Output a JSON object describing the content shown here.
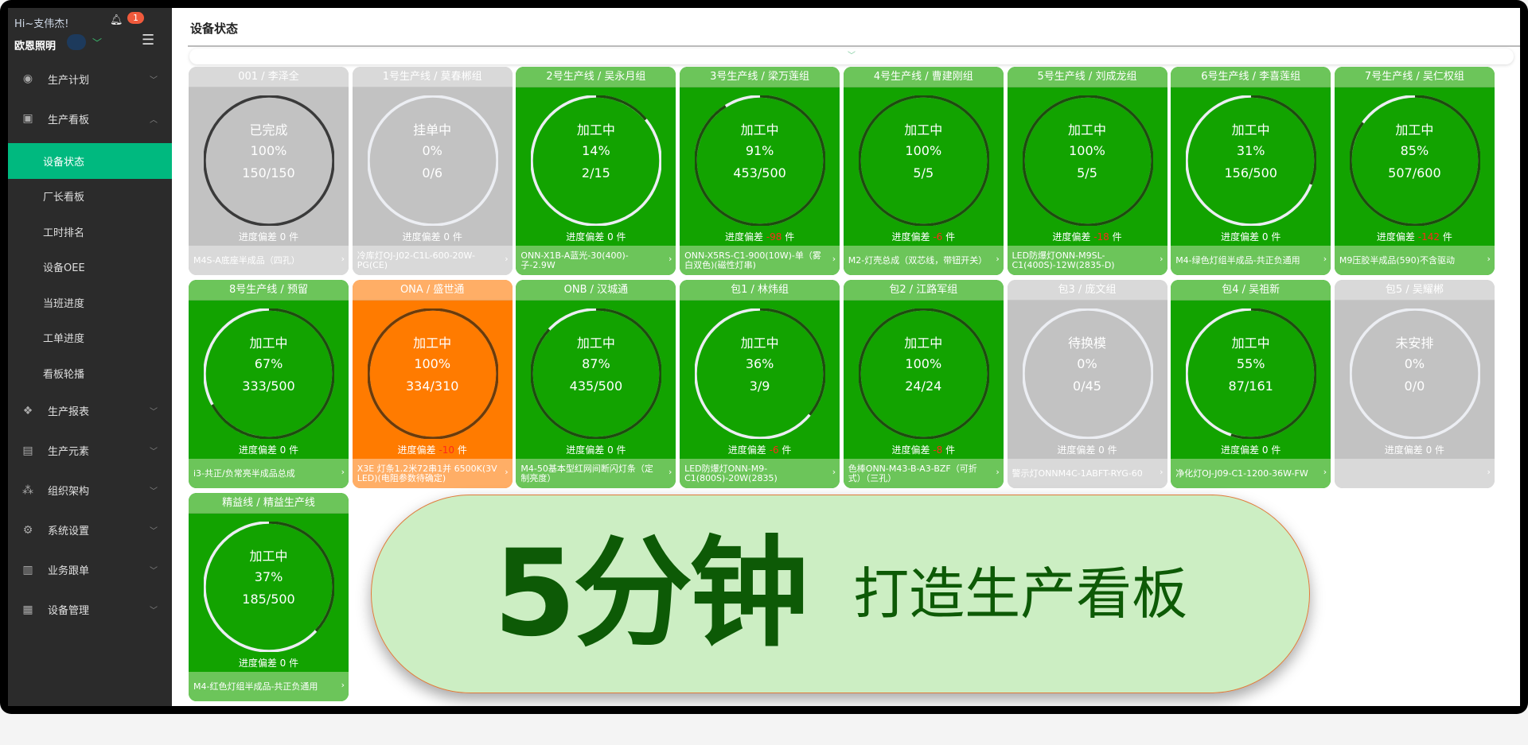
{
  "sidebar": {
    "greeting": "Hi~支伟杰!",
    "notification_count": "1",
    "company": "欧恩照明",
    "menu_top": [
      {
        "label": "生产计划",
        "icon": "eye-icon",
        "expanded": false
      },
      {
        "label": "生产看板",
        "icon": "monitor-icon",
        "expanded": true
      }
    ],
    "sub_items": [
      {
        "label": "设备状态",
        "active": true
      },
      {
        "label": "厂长看板"
      },
      {
        "label": "工时排名"
      },
      {
        "label": "设备OEE"
      },
      {
        "label": "当班进度"
      },
      {
        "label": "工单进度"
      },
      {
        "label": "看板轮播"
      }
    ],
    "menu_bottom": [
      {
        "label": "生产报表",
        "icon": "grid-diamond-icon"
      },
      {
        "label": "生产元素",
        "icon": "machine-icon"
      },
      {
        "label": "组织架构",
        "icon": "org-chart-icon"
      },
      {
        "label": "系统设置",
        "icon": "gear-icon"
      },
      {
        "label": "业务跟单",
        "icon": "document-icon"
      },
      {
        "label": "设备管理",
        "icon": "device-icon"
      }
    ]
  },
  "page": {
    "title": "设备状态",
    "deviation_prefix": "进度偏差",
    "deviation_unit": "件"
  },
  "colors": {
    "active": "#00b97f",
    "running": "#12a300",
    "idle": "#c2c2c2",
    "over": "#ff7b00",
    "negative": "#ff2a1a"
  },
  "cards": [
    {
      "title": "001 / 李泽全",
      "status": "已完成",
      "percent": "100%",
      "count": "150/150",
      "deviation": "0",
      "product": "M4S-A底座半成品（四孔）",
      "color": "gray"
    },
    {
      "title": "1号生产线 / 莫春郴组",
      "status": "挂单中",
      "percent": "0%",
      "count": "0/6",
      "deviation": "0",
      "product": "冷库灯OJ-J02-C1L-600-20W-PG(CE)",
      "color": "gray"
    },
    {
      "title": "2号生产线 / 吴永月组",
      "status": "加工中",
      "percent": "14%",
      "count": "2/15",
      "deviation": "0",
      "product": "ONN-X1B-A蓝光-30(400)-子-2.9W",
      "color": "green"
    },
    {
      "title": "3号生产线 / 梁万莲组",
      "status": "加工中",
      "percent": "91%",
      "count": "453/500",
      "deviation": "-98",
      "product": "ONN-X5RS-C1-900(10W)-单（雾白双色)(磁性灯串)",
      "color": "green"
    },
    {
      "title": "4号生产线 / 曹建刚组",
      "status": "加工中",
      "percent": "100%",
      "count": "5/5",
      "deviation": "-6",
      "product": "M2-灯壳总成（双芯线，带钮开关）",
      "color": "green"
    },
    {
      "title": "5号生产线 / 刘成龙组",
      "status": "加工中",
      "percent": "100%",
      "count": "5/5",
      "deviation": "-18",
      "product": "LED防爆灯ONN-M9SL-C1(400S)-12W(2835-D)",
      "color": "green"
    },
    {
      "title": "6号生产线 / 李喜莲组",
      "status": "加工中",
      "percent": "31%",
      "count": "156/500",
      "deviation": "0",
      "product": "M4-绿色灯组半成品-共正负通用",
      "color": "green"
    },
    {
      "title": "7号生产线 / 吴仁权组",
      "status": "加工中",
      "percent": "85%",
      "count": "507/600",
      "deviation": "-142",
      "product": "M9压胶半成品(590)不含驱动",
      "color": "green"
    },
    {
      "title": "8号生产线 / 预留",
      "status": "加工中",
      "percent": "67%",
      "count": "333/500",
      "deviation": "0",
      "product": "i3-共正/负常亮半成品总成",
      "color": "green"
    },
    {
      "title": "ONA / 盛世通",
      "status": "加工中",
      "percent": "100%",
      "count": "334/310",
      "deviation": "-10",
      "product": "X3E 灯条1.2米72串1并 6500K(3V LED)(电阻参数待确定)",
      "color": "orange"
    },
    {
      "title": "ONB / 汉城通",
      "status": "加工中",
      "percent": "87%",
      "count": "435/500",
      "deviation": "0",
      "product": "M4-50基本型红网间断闪灯条（定制亮度）",
      "color": "green"
    },
    {
      "title": "包1 / 林炜组",
      "status": "加工中",
      "percent": "36%",
      "count": "3/9",
      "deviation": "-6",
      "product": "LED防爆灯ONN-M9-C1(800S)-20W(2835)",
      "color": "green"
    },
    {
      "title": "包2 / 江路军组",
      "status": "加工中",
      "percent": "100%",
      "count": "24/24",
      "deviation": "-8",
      "product": "色棒ONN-M43-B-A3-BZF（可折式）（三孔）",
      "color": "green"
    },
    {
      "title": "包3 / 庞文组",
      "status": "待换模",
      "percent": "0%",
      "count": "0/45",
      "deviation": "0",
      "product": "警示灯ONNM4C-1ABFT-RYG-60",
      "color": "gray"
    },
    {
      "title": "包4 / 吴祖新",
      "status": "加工中",
      "percent": "55%",
      "count": "87/161",
      "deviation": "0",
      "product": "净化灯OJ-J09-C1-1200-36W-FW",
      "color": "green"
    },
    {
      "title": "包5 / 吴耀郴",
      "status": "未安排",
      "percent": "0%",
      "count": "0/0",
      "deviation": "0",
      "product": "",
      "color": "gray"
    },
    {
      "title": "精益线 / 精益生产线",
      "status": "加工中",
      "percent": "37%",
      "count": "185/500",
      "deviation": "0",
      "product": "M4-红色灯组半成品-共正负通用",
      "color": "green"
    }
  ],
  "overlay": {
    "headline": "5分钟",
    "subline": "打造生产看板"
  }
}
